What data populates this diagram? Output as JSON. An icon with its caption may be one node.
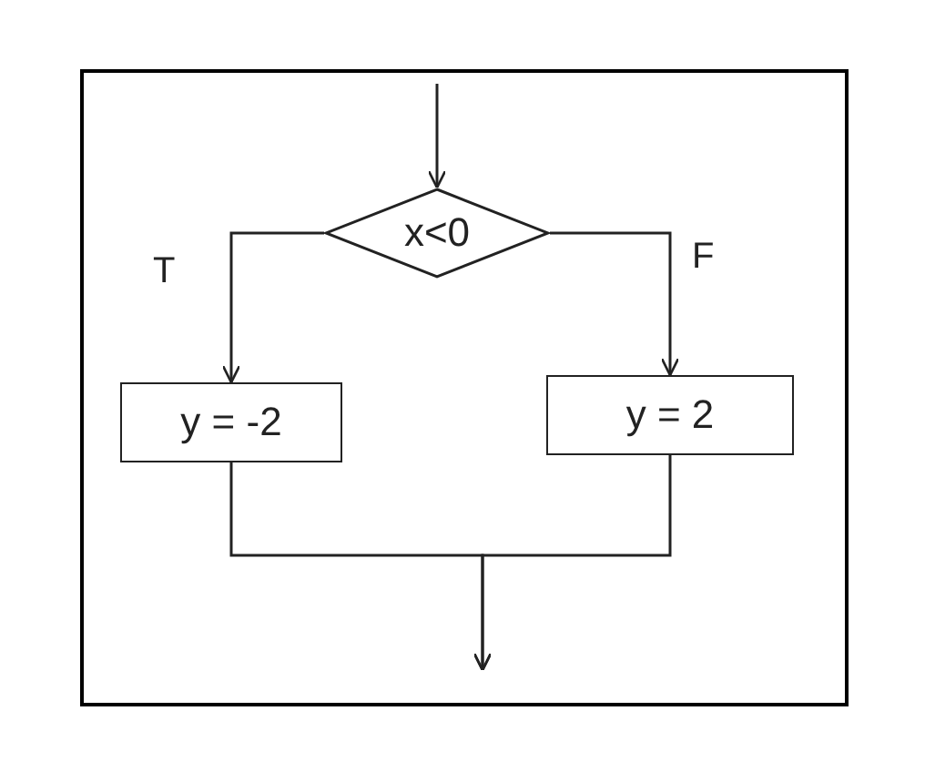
{
  "diagram": {
    "nodes": [
      {
        "text": [
          "x<0"
        ]
      },
      {
        "text": [
          "y = -2"
        ]
      },
      {
        "text": [
          "y = 2"
        ]
      }
    ],
    "edges": [
      {
        "from": null,
        "to": 0,
        "arrow": "to"
      },
      {
        "from": 0,
        "to": 1,
        "arrow": "to",
        "label": "T"
      },
      {
        "from": 0,
        "to": 2,
        "arrow": "to",
        "label": "F"
      },
      {
        "from": 1,
        "to": null,
        "arrow": "to"
      },
      {
        "from": 2,
        "to": null,
        "arrow": "to"
      }
    ]
  }
}
